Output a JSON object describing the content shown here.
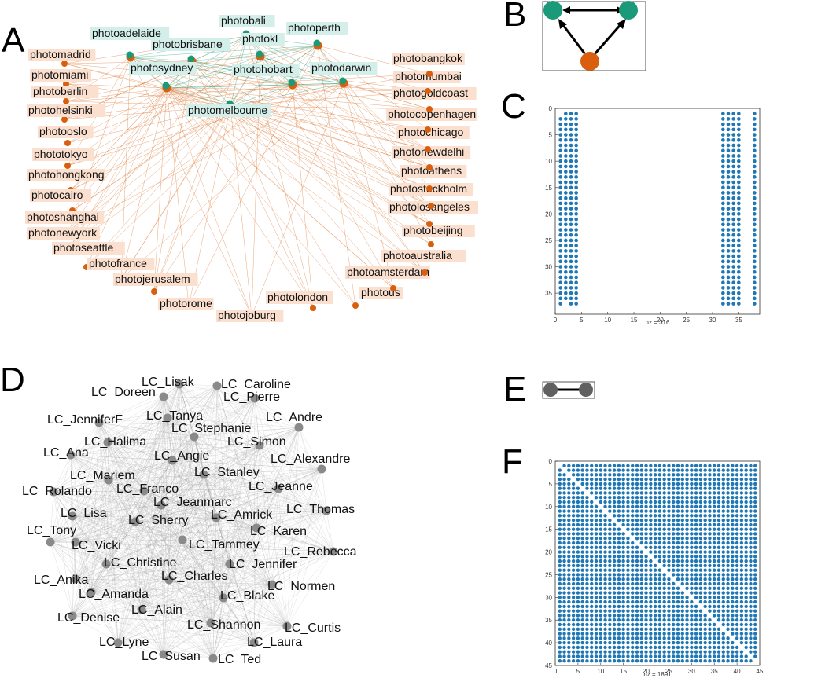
{
  "panels": {
    "A": "A",
    "B": "B",
    "C": "C",
    "D": "D",
    "E": "E",
    "F": "F"
  },
  "colors": {
    "green": "#1a9a78",
    "orange": "#d95f0e",
    "green_label_bg": "#d4efe9",
    "orange_label_bg": "#fbe0cf",
    "gray_node": "#8a8a8a",
    "dot": "#1f77b4"
  },
  "network_a": {
    "green_nodes": [
      "photobali",
      "photoadelaide",
      "photoperth",
      "photobrisbane",
      "photokl",
      "photosydney",
      "photohobart",
      "photodarwin",
      "photomelbourne"
    ],
    "orange_nodes": [
      "photomadrid",
      "photomiami",
      "photoberlin",
      "photohelsinki",
      "photooslo",
      "phototokyo",
      "photohongkong",
      "photocairo",
      "photoshanghai",
      "photonewyork",
      "photoseattle",
      "photofrance",
      "photojerusalem",
      "photorome",
      "photojoburg",
      "photolondon",
      "photous",
      "photoamsterdam",
      "photoaustralia",
      "photobeijing",
      "photolosangeles",
      "photostockholm",
      "photoathens",
      "photonewdelhi",
      "photochicago",
      "photocopenhagen",
      "photogoldcoast",
      "photomumbai",
      "photobangkok"
    ]
  },
  "network_d": {
    "nodes": [
      "LC_Lisak",
      "LC_Caroline",
      "LC_Doreen",
      "LC_Pierre",
      "LC_Tanya",
      "LC_Andre",
      "LC_JenniferF",
      "LC_Stephanie",
      "LC_Halima",
      "LC_Simon",
      "LC_Ana",
      "LC_Angie",
      "LC_Alexandre",
      "LC_Stanley",
      "LC_Mariem",
      "LC_Franco",
      "LC_Jeanne",
      "LC_Rolando",
      "LC_Jeanmarc",
      "LC_Thomas",
      "LC_Lisa",
      "LC_Amrick",
      "LC_Sherry",
      "LC_Karen",
      "LC_Tony",
      "LC_Vicki",
      "LC_Tammey",
      "LC_Rebecca",
      "LC_Christine",
      "LC_Jennifer",
      "LC_Charles",
      "LC_Anika",
      "LC_Amanda",
      "LC_Blake",
      "LC_Normen",
      "LC_Alain",
      "LC_Denise",
      "LC_Shannon",
      "LC_Curtis",
      "LC_Laura",
      "LC_Lyne",
      "LC_Susan",
      "LC_Ted"
    ]
  },
  "chart_data": [
    {
      "type": "scatter",
      "panel": "C",
      "xticks": [
        "0",
        "5",
        "10",
        "15",
        "20",
        "25",
        "30",
        "35"
      ],
      "yticks": [
        "0",
        "5",
        "10",
        "15",
        "20",
        "25",
        "30",
        "35"
      ],
      "xlim": [
        0,
        39
      ],
      "ylim": [
        0,
        39
      ],
      "nz_label": "nz = 316",
      "dot_columns": [
        {
          "x": 1,
          "y_from": 2,
          "y_to": 37
        },
        {
          "x": 2,
          "y_from": 1,
          "y_to": 36
        },
        {
          "x": 3,
          "y_from": 1,
          "y_to": 37
        },
        {
          "x": 4,
          "y_from": 1,
          "y_to": 37
        },
        {
          "x": 32,
          "y_from": 1,
          "y_to": 37
        },
        {
          "x": 33,
          "y_from": 1,
          "y_to": 37
        },
        {
          "x": 34,
          "y_from": 1,
          "y_to": 37
        },
        {
          "x": 35,
          "y_from": 1,
          "y_to": 37
        },
        {
          "x": 38,
          "y_from": 1,
          "y_to": 37
        }
      ]
    },
    {
      "type": "scatter",
      "panel": "F",
      "xticks": [
        "0",
        "5",
        "10",
        "15",
        "20",
        "25",
        "30",
        "35",
        "40",
        "45"
      ],
      "yticks": [
        "0",
        "5",
        "10",
        "15",
        "20",
        "25",
        "30",
        "35",
        "40",
        "45"
      ],
      "xlim": [
        0,
        45
      ],
      "ylim": [
        0,
        45
      ],
      "nz_label": "nz = 1891",
      "matrix_size": 44,
      "empty_diagonal": true
    }
  ]
}
